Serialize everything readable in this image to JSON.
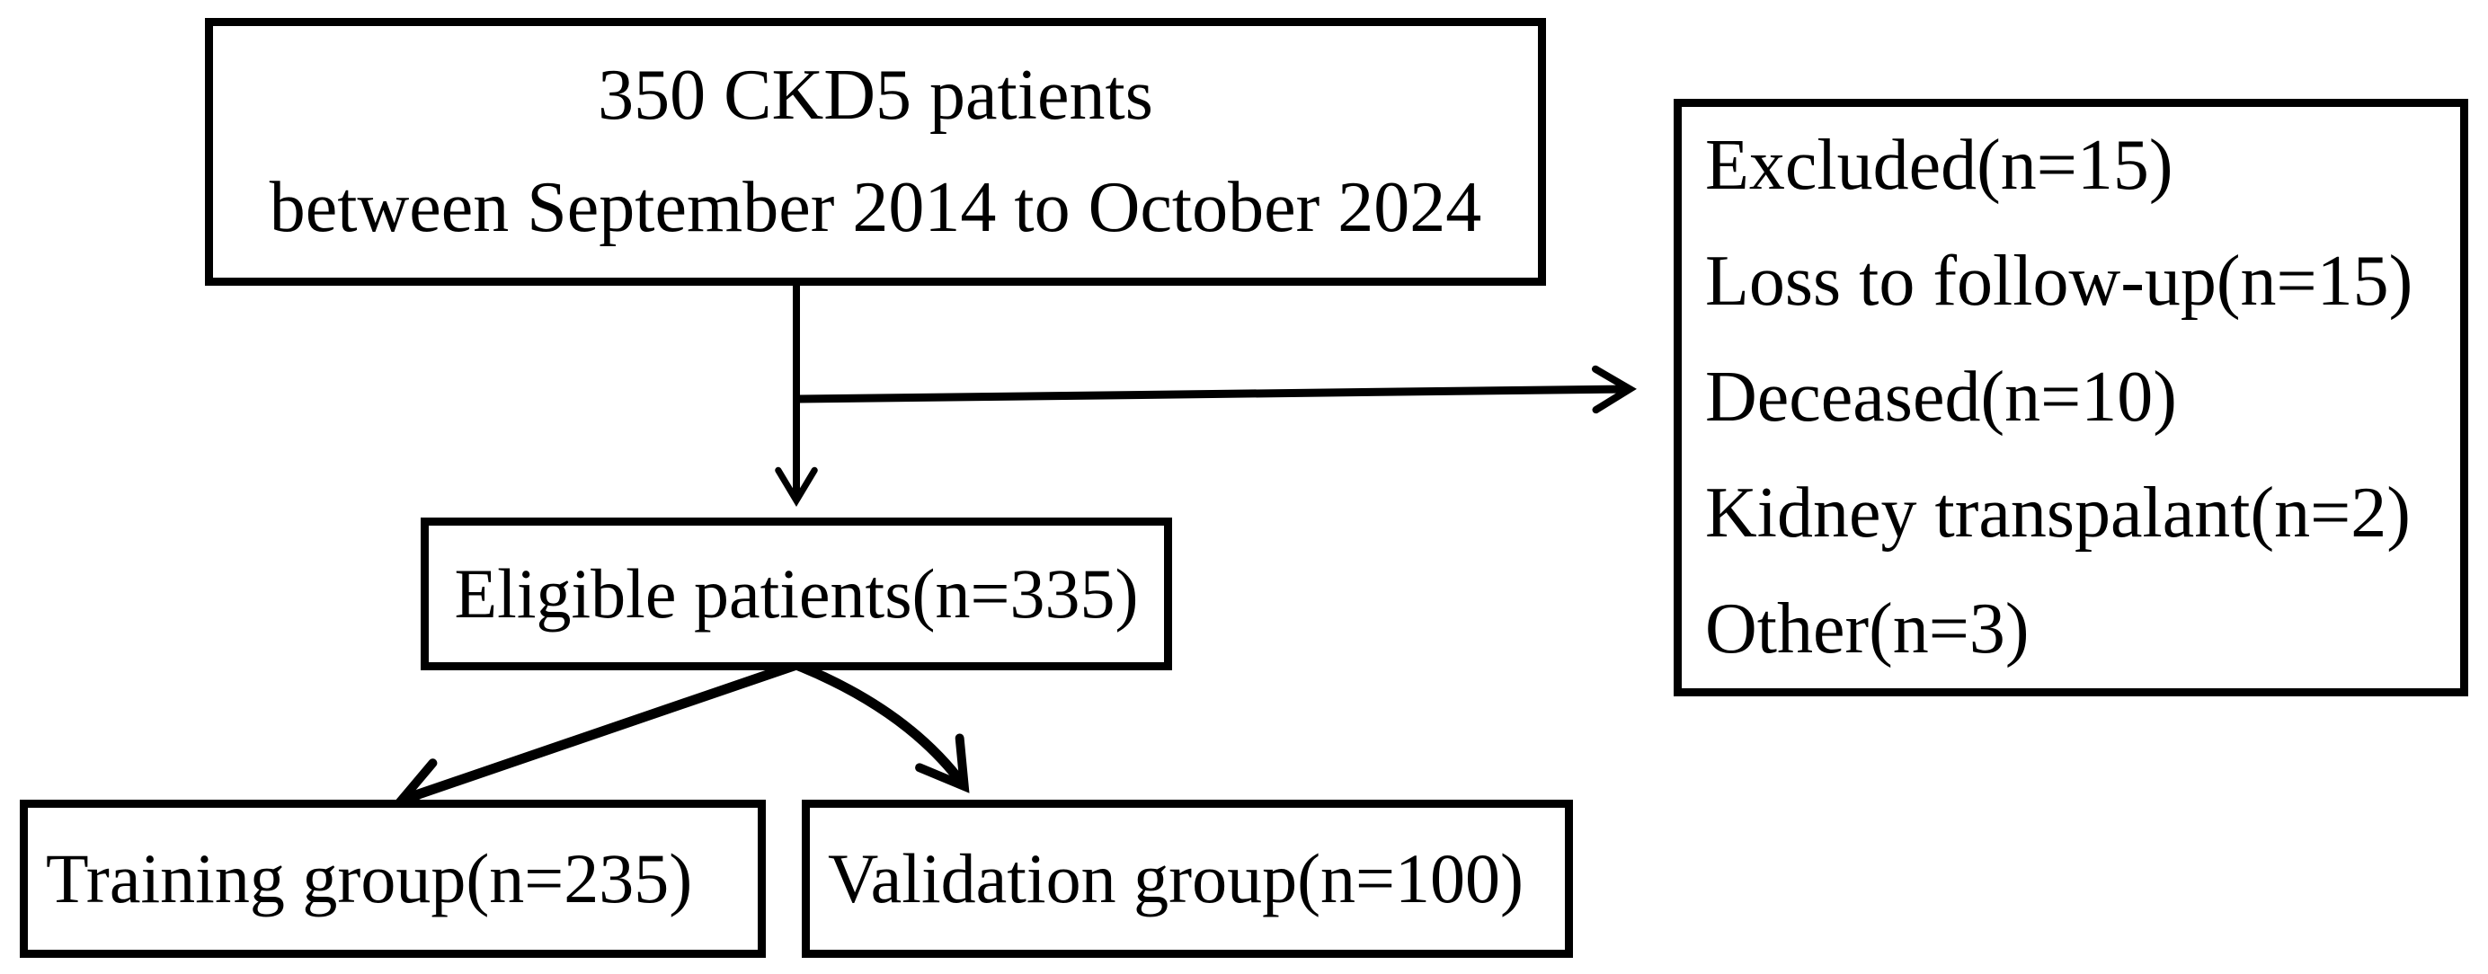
{
  "nodes": {
    "patients": {
      "line1": "350 CKD5 patients",
      "line2": "between September 2014 to October 2024"
    },
    "excluded": {
      "lines": [
        "Excluded(n=15)",
        "Loss to follow-up(n=15)",
        "Deceased(n=10)",
        "Kidney transpalant(n=2)",
        "Other(n=3)"
      ]
    },
    "eligible": {
      "label": "Eligible patients(n=335)"
    },
    "training": {
      "label": "Training group(n=235)"
    },
    "validation": {
      "label": "Validation group(n=100)"
    }
  },
  "colors": {
    "background": "#ffffff",
    "box_border": "#000000",
    "text": "#000000",
    "arrow": "#000000"
  }
}
